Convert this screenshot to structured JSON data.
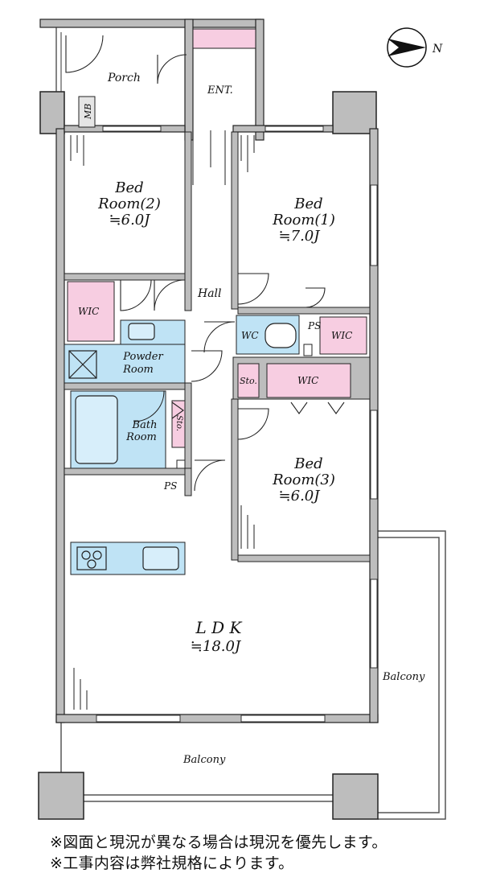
{
  "compass": {
    "north_label": "N"
  },
  "rooms": {
    "porch": "Porch",
    "mb": "MB",
    "entrance": "ENT.",
    "bed2": {
      "name1": "Bed",
      "name2": "Room(2)",
      "size": "≒6.0J"
    },
    "bed1": {
      "name1": "Bed",
      "name2": "Room(1)",
      "size": "≒7.0J"
    },
    "hall": "Hall",
    "wic_left": "WIC",
    "wc": "WC",
    "ps_upper": "PS",
    "wic_right": "WIC",
    "powder": {
      "line1": "Powder",
      "line2": "Room"
    },
    "sto_upper": "Sto.",
    "wic_mid": "WIC",
    "bath": {
      "line1": "Bath",
      "line2": "Room"
    },
    "sto_lower": "Sto.",
    "ps_lower": "PS",
    "bed3": {
      "name1": "Bed",
      "name2": "Room(3)",
      "size": "≒6.0J"
    },
    "ldk": {
      "name": "L D K",
      "size": "≒18.0J"
    },
    "balcony_side": "Balcony",
    "balcony_bottom": "Balcony"
  },
  "notes": [
    "※図面と現況が異なる場合は現況を優先します。",
    "※工事内容は弊社規格によります。"
  ],
  "colors": {
    "wall": "#bdbdbd",
    "storage": "#f7cde1",
    "water": "#bfe3f5"
  }
}
